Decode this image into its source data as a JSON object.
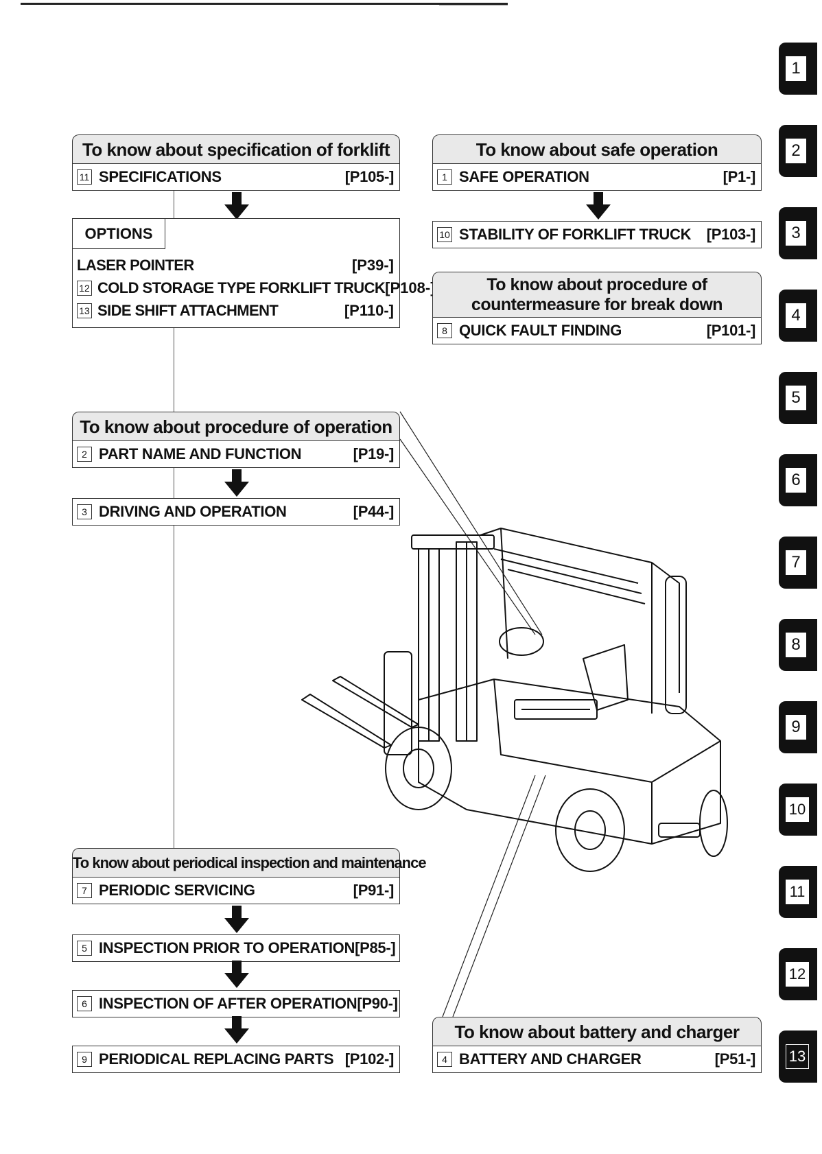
{
  "panels": {
    "spec": {
      "header": "To know about specification of forklift",
      "rows": [
        {
          "num": "11",
          "label": "SPECIFICATIONS",
          "page": "[P105-]"
        }
      ]
    },
    "options": {
      "tag": "OPTIONS",
      "items": [
        {
          "num": "",
          "label": "LASER POINTER",
          "page": "[P39-]"
        },
        {
          "num": "12",
          "label": "COLD STORAGE TYPE FORKLIFT TRUCK",
          "page": "[P108-]"
        },
        {
          "num": "13",
          "label": "SIDE SHIFT ATTACHMENT",
          "page": "[P110-]"
        }
      ]
    },
    "safe": {
      "header": "To know about safe operation",
      "rows": [
        {
          "num": "1",
          "label": "SAFE OPERATION",
          "page": "[P1-]"
        },
        {
          "num": "10",
          "label": "STABILITY OF FORKLIFT TRUCK",
          "page": "[P103-]"
        }
      ]
    },
    "fault": {
      "header_line1": "To know about procedure of",
      "header_line2": "countermeasure for break down",
      "rows": [
        {
          "num": "8",
          "label": "QUICK FAULT FINDING",
          "page": "[P101-]"
        }
      ]
    },
    "operation": {
      "header": "To know about procedure of operation",
      "rows": [
        {
          "num": "2",
          "label": "PART NAME AND FUNCTION",
          "page": "[P19-]"
        },
        {
          "num": "3",
          "label": "DRIVING AND OPERATION",
          "page": "[P44-]"
        }
      ]
    },
    "maintenance": {
      "header": "To know about periodical inspection and maintenance",
      "rows": [
        {
          "num": "7",
          "label": "PERIODIC SERVICING",
          "page": "[P91-]"
        },
        {
          "num": "5",
          "label": "INSPECTION PRIOR TO OPERATION",
          "page": "[P85-]"
        },
        {
          "num": "6",
          "label": "INSPECTION OF AFTER OPERATION",
          "page": "[P90-]"
        },
        {
          "num": "9",
          "label": "PERIODICAL REPLACING PARTS",
          "page": "[P102-]"
        }
      ]
    },
    "battery": {
      "header": "To know about battery and charger",
      "rows": [
        {
          "num": "4",
          "label": "BATTERY AND CHARGER",
          "page": "[P51-]"
        }
      ]
    }
  },
  "tabs": [
    "1",
    "2",
    "3",
    "4",
    "5",
    "6",
    "7",
    "8",
    "9",
    "10",
    "11",
    "12",
    "13"
  ],
  "illustration": {
    "icon": "forklift-illustration"
  }
}
